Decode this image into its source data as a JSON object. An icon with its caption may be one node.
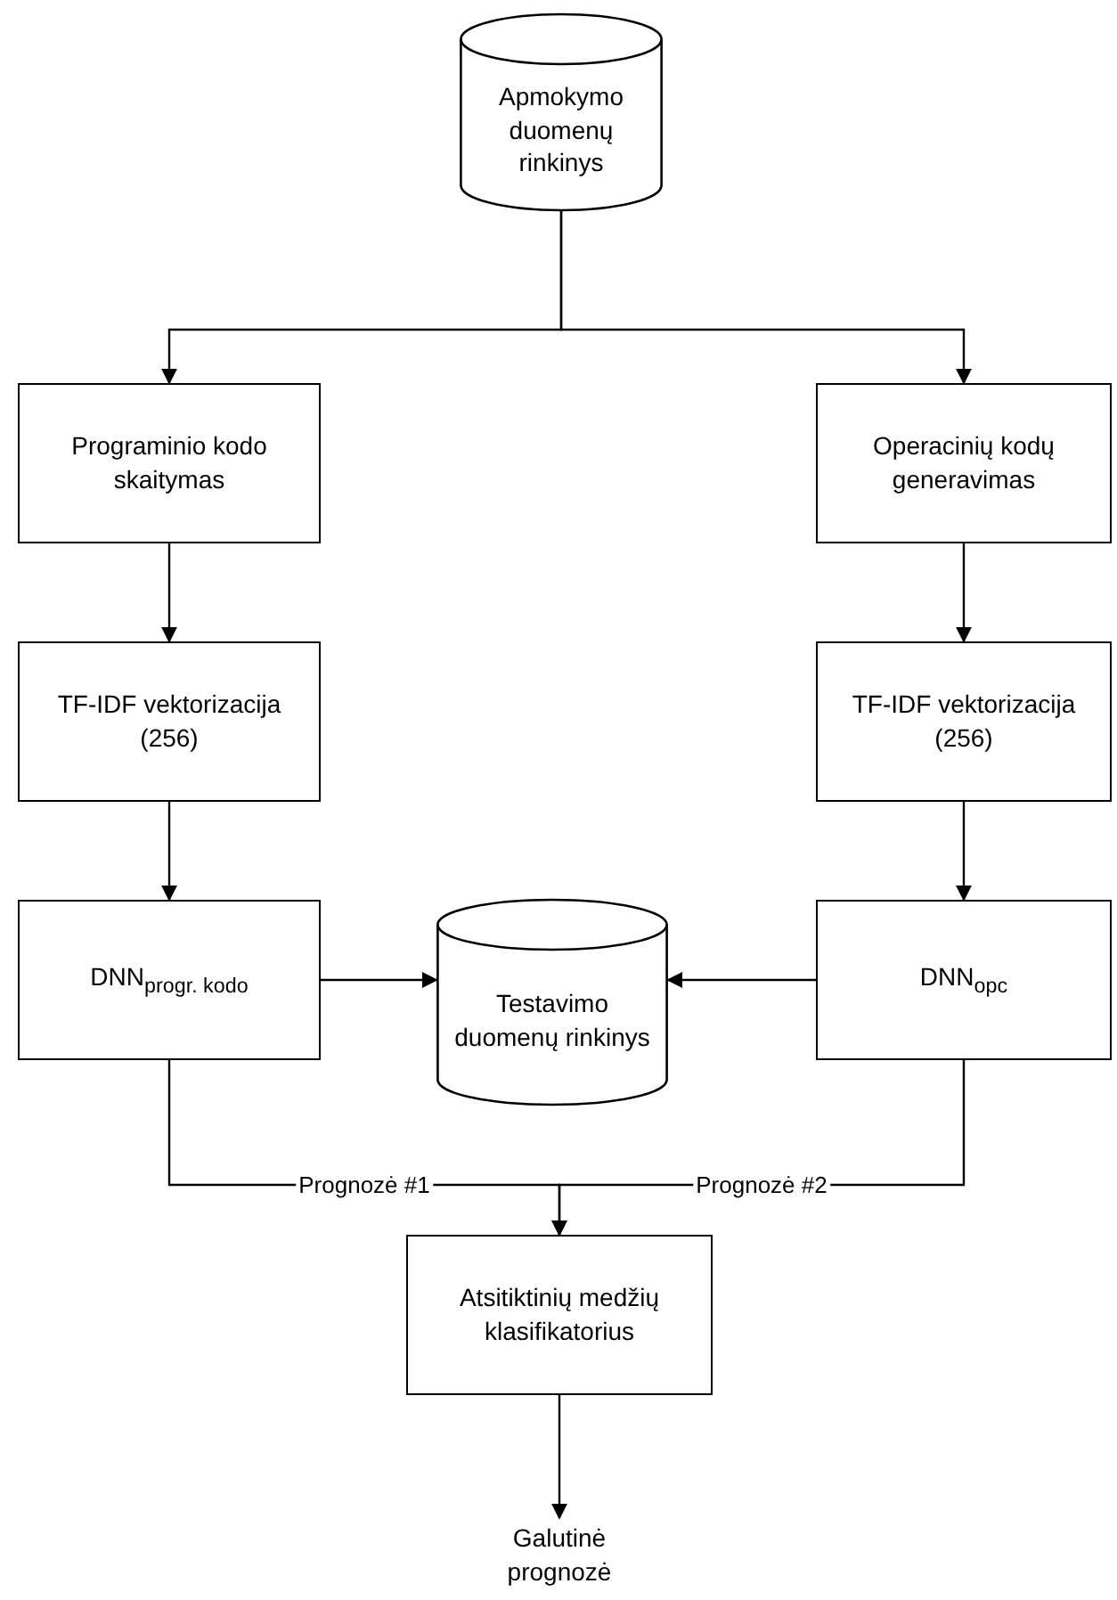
{
  "diagram": {
    "nodes": [
      {
        "text": [
          "Apmokymo duomenų rinkinys"
        ]
      },
      {
        "text": [
          "Programinio kodo skaitymas"
        ]
      },
      {
        "text": [
          "Operacinių kodų generavimas"
        ]
      },
      {
        "text": [
          "TF-IDF vektorizacija (256)"
        ]
      },
      {
        "text": [
          "TF-IDF vektorizacija (256)"
        ]
      },
      {
        "text": [
          "DNN$_{progr. kodo}$"
        ]
      },
      {
        "text": [
          "DNN$_{opc}$"
        ]
      },
      {
        "text": [
          "Testavimo duomenų rinkinys"
        ]
      },
      {
        "text": [
          "Atsitiktinių medžių klasifikatorius"
        ]
      },
      {
        "text": [
          "Galutinė prognozė"
        ]
      }
    ],
    "edges": [
      {
        "from": 0,
        "to": 1,
        "arrow": "to"
      },
      {
        "from": 0,
        "to": 2,
        "arrow": "to"
      },
      {
        "from": 1,
        "to": 3,
        "arrow": "to"
      },
      {
        "from": 2,
        "to": 4,
        "arrow": "to"
      },
      {
        "from": 3,
        "to": 5,
        "arrow": "to"
      },
      {
        "from": 4,
        "to": 6,
        "arrow": "to"
      },
      {
        "from": 5,
        "to": 7,
        "arrow": "to"
      },
      {
        "from": 6,
        "to": 7,
        "arrow": "to"
      },
      {
        "from": 5,
        "to": 8,
        "arrow": "to",
        "label": "Prognozė #1"
      },
      {
        "from": 6,
        "to": 8,
        "arrow": "to",
        "label": "Prognozė #2"
      },
      {
        "from": 8,
        "to": 9,
        "arrow": "to"
      }
    ]
  }
}
